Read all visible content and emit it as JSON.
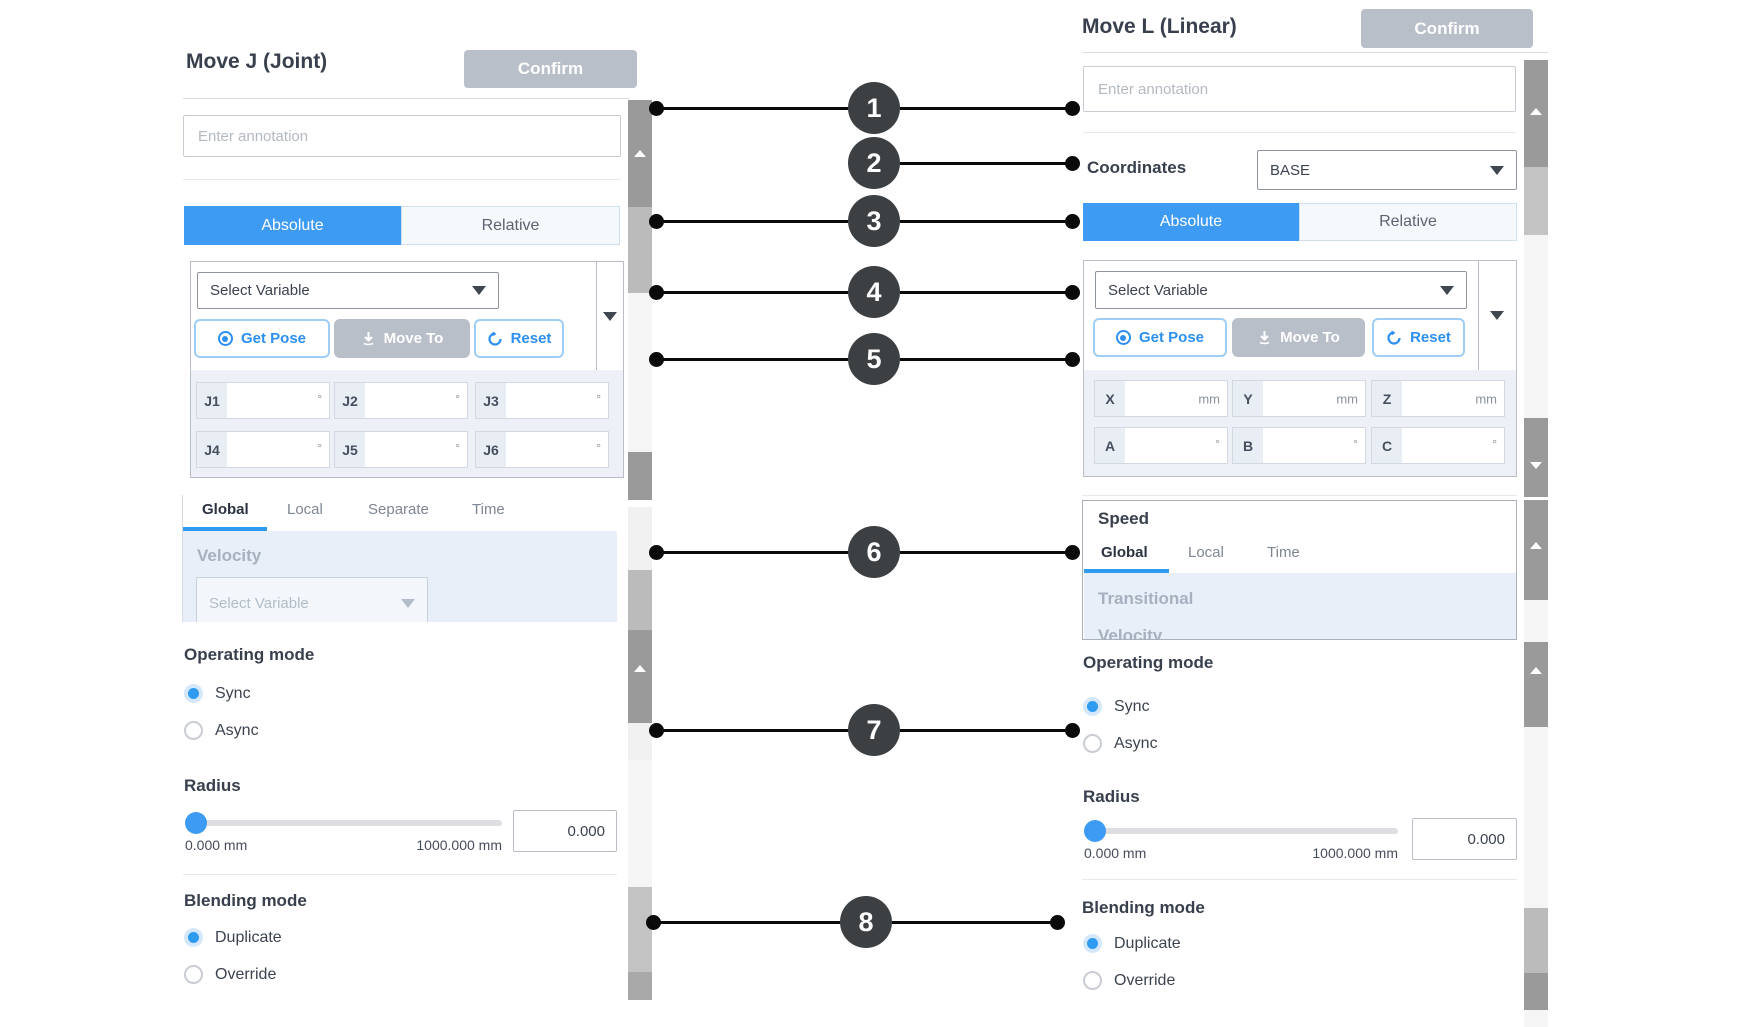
{
  "left_panel": {
    "title": "Move J (Joint)",
    "confirm_label": "Confirm",
    "annotation_placeholder": "Enter annotation",
    "mode_tabs": {
      "absolute": "Absolute",
      "relative": "Relative"
    },
    "variable_dropdown_placeholder": "Select Variable",
    "buttons": {
      "get_pose": "Get Pose",
      "move_to": "Move To",
      "reset": "Reset"
    },
    "joint_fields": [
      {
        "label": "J1",
        "unit": "°",
        "value": ""
      },
      {
        "label": "J2",
        "unit": "°",
        "value": ""
      },
      {
        "label": "J3",
        "unit": "°",
        "value": ""
      },
      {
        "label": "J4",
        "unit": "°",
        "value": ""
      },
      {
        "label": "J5",
        "unit": "°",
        "value": ""
      },
      {
        "label": "J6",
        "unit": "°",
        "value": ""
      }
    ],
    "speed_tabs": {
      "global": "Global",
      "local": "Local",
      "separate": "Separate",
      "time": "Time",
      "active": "Global"
    },
    "velocity_label": "Velocity",
    "velocity_dropdown_placeholder": "Select Variable",
    "operating_mode": {
      "heading": "Operating mode",
      "sync": "Sync",
      "async": "Async",
      "selected": "Sync"
    },
    "radius": {
      "heading": "Radius",
      "min_label": "0.000 mm",
      "max_label": "1000.000 mm",
      "value": "0.000"
    },
    "blending_mode": {
      "heading": "Blending mode",
      "duplicate": "Duplicate",
      "override": "Override",
      "selected": "Duplicate"
    }
  },
  "right_panel": {
    "title": "Move L (Linear)",
    "confirm_label": "Confirm",
    "annotation_placeholder": "Enter annotation",
    "coordinates": {
      "label": "Coordinates",
      "value": "BASE"
    },
    "mode_tabs": {
      "absolute": "Absolute",
      "relative": "Relative"
    },
    "variable_dropdown_placeholder": "Select Variable",
    "buttons": {
      "get_pose": "Get Pose",
      "move_to": "Move To",
      "reset": "Reset"
    },
    "pose_fields": [
      {
        "label": "X",
        "unit": "mm",
        "value": ""
      },
      {
        "label": "Y",
        "unit": "mm",
        "value": ""
      },
      {
        "label": "Z",
        "unit": "mm",
        "value": ""
      },
      {
        "label": "A",
        "unit": "°",
        "value": ""
      },
      {
        "label": "B",
        "unit": "°",
        "value": ""
      },
      {
        "label": "C",
        "unit": "°",
        "value": ""
      }
    ],
    "speed": {
      "heading": "Speed",
      "tabs": {
        "global": "Global",
        "local": "Local",
        "time": "Time",
        "active": "Global"
      },
      "transitional_label": "Transitional",
      "clipped_label": "Velocity"
    },
    "operating_mode": {
      "heading": "Operating mode",
      "sync": "Sync",
      "async": "Async",
      "selected": "Sync"
    },
    "radius": {
      "heading": "Radius",
      "min_label": "0.000 mm",
      "max_label": "1000.000 mm",
      "value": "0.000"
    },
    "blending_mode": {
      "heading": "Blending mode",
      "duplicate": "Duplicate",
      "override": "Override",
      "selected": "Duplicate"
    }
  },
  "callouts": [
    {
      "number": "1"
    },
    {
      "number": "2"
    },
    {
      "number": "3"
    },
    {
      "number": "4"
    },
    {
      "number": "5"
    },
    {
      "number": "6"
    },
    {
      "number": "7"
    },
    {
      "number": "8"
    }
  ],
  "colors": {
    "accent_blue": "#3e9bf4",
    "underline_blue": "#2e9af0",
    "confirm_gray": "#b9bfc9",
    "callout_dark": "#3c4043"
  }
}
